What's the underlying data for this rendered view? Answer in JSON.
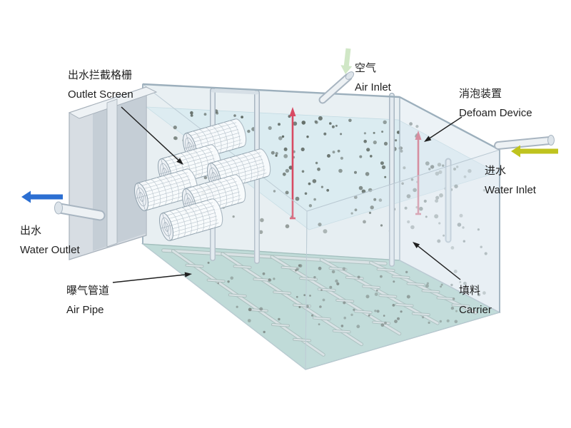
{
  "labels": {
    "outlet_screen": {
      "zh": "出水拦截格栅",
      "en": "Outlet Screen"
    },
    "air_inlet": {
      "zh": "空气",
      "en": "Air Inlet"
    },
    "defoam_device": {
      "zh": "消泡装置",
      "en": "Defoam Device"
    },
    "water_inlet": {
      "zh": "进水",
      "en": "Water Inlet"
    },
    "water_outlet": {
      "zh": "出水",
      "en": "Water Outlet"
    },
    "air_pipe": {
      "zh": "曝气管道",
      "en": "Air Pipe"
    },
    "carrier": {
      "zh": "填料",
      "en": "Carrier"
    }
  },
  "colors": {
    "background": "#ffffff",
    "annotation": "#1f1f1f",
    "water_outlet_arrow": "#2c6fd2",
    "water_inlet_arrow": "#bfc31f",
    "air_inlet_arrow": "#cde6c3",
    "defoam_device": "#d84a63",
    "tank_floor": "#b7d7d1",
    "tank_wall": "#d7e3ea",
    "carrier_dot": "#5c6660"
  }
}
